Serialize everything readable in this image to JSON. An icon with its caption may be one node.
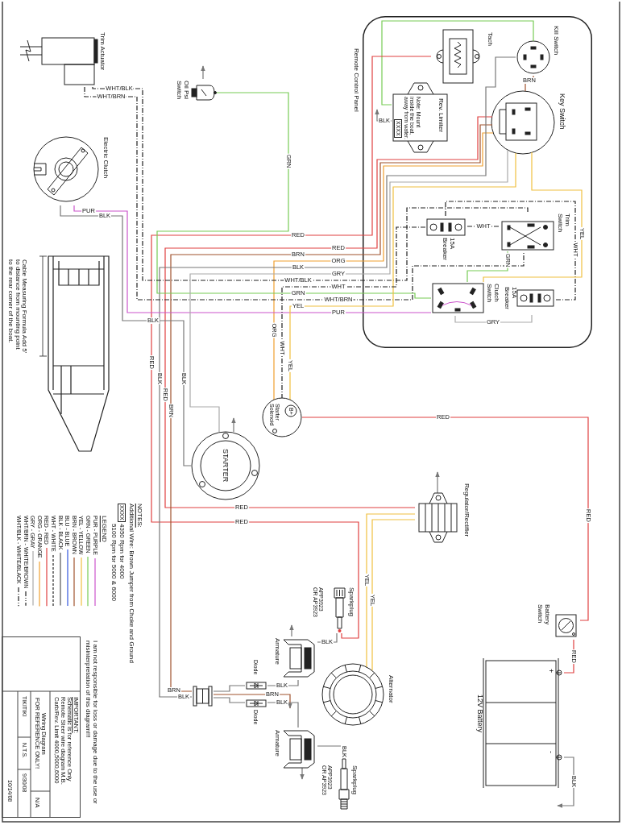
{
  "diagram": {
    "nodes": [
      {
        "text": [
          "Remote Control Panel"
        ]
      },
      {
        "text": [
          "Kill Switch"
        ],
        "in": 0
      },
      {
        "text": [
          "Tach"
        ],
        "in": 0
      },
      {
        "text": [
          "Rev. Limiter",
          "Note: Mount inside the boat, away from water.",
          "XXXX"
        ],
        "in": 0
      },
      {
        "text": [
          "Key Switch"
        ],
        "in": 0
      },
      {
        "text": [
          "15A Breaker"
        ],
        "in": 0
      },
      {
        "text": [
          "Trim Switch"
        ],
        "in": 0
      },
      {
        "text": [
          "15A Breaker"
        ],
        "in": 0
      },
      {
        "text": [
          "Clutch Switch"
        ],
        "in": 0
      },
      {
        "text": [
          "Trim Actuator"
        ]
      },
      {
        "text": [
          "Oil Psi Switch"
        ]
      },
      {
        "text": [
          "Electric Clutch"
        ]
      },
      {
        "text": [
          "Starter Solenoid",
          "B+"
        ]
      },
      {
        "text": [
          "STARTER"
        ]
      },
      {
        "text": [
          "Regulator/Rectifier"
        ]
      },
      {
        "text": [
          "Sparkplug",
          "APP3923 OR AP3923"
        ]
      },
      {
        "text": [
          "Armature"
        ]
      },
      {
        "text": [
          "Diode"
        ]
      },
      {
        "text": [],
        "shape": "box"
      },
      {
        "text": [
          "Diode"
        ]
      },
      {
        "text": [
          "Armature"
        ]
      },
      {
        "text": [
          "Sparkplug",
          "APP3923 OR AP3923"
        ]
      },
      {
        "text": [
          "Alternator"
        ]
      },
      {
        "text": [
          "Battery Switch"
        ]
      },
      {
        "text": [
          "12V Battery",
          "+",
          "-"
        ]
      }
    ],
    "edges": [
      {
        "from": 3,
        "to": 1,
        "arrow": "none",
        "color": "#77cc55"
      },
      {
        "from": 1,
        "to": 4,
        "arrow": "none",
        "label": "BRN",
        "color": "#a0522d"
      },
      {
        "from": 3,
        "to": null,
        "arrow": "to",
        "label": "BLK",
        "color": "#777777"
      },
      {
        "from": 2,
        "to": 15,
        "arrow": "none",
        "label": "RED",
        "color": "#e04040"
      },
      {
        "from": 4,
        "to": 14,
        "arrow": "none",
        "label": "RED",
        "color": "#e04040"
      },
      {
        "from": 4,
        "to": 18,
        "arrow": "none",
        "label": "BRN",
        "color": "#a0522d"
      },
      {
        "from": 4,
        "to": 12,
        "arrow": "none",
        "label": "ORG",
        "color": "#f0a030"
      },
      {
        "from": 1,
        "to": 18,
        "arrow": "none",
        "label": "BLK",
        "color": "#777777"
      },
      {
        "from": 10,
        "to": 8,
        "arrow": "none",
        "label": "GRN",
        "color": "#77cc55"
      },
      {
        "from": 8,
        "to": 6,
        "arrow": "none",
        "label": "GRN",
        "color": "#77cc55"
      },
      {
        "from": 9,
        "to": 6,
        "arrow": "none",
        "label": "WHT/BLK",
        "style": "dashed",
        "color": "#222222"
      },
      {
        "from": 9,
        "to": 6,
        "arrow": "none",
        "label": "WHT/BRN",
        "style": "dashed",
        "color": "#222222"
      },
      {
        "from": 11,
        "to": 8,
        "arrow": "none",
        "label": "PUR",
        "color": "#cc55cc"
      },
      {
        "from": 11,
        "to": 13,
        "arrow": "none",
        "label": "BLK",
        "color": "#777777"
      },
      {
        "from": 10,
        "to": null,
        "arrow": "to",
        "color": "#777777"
      },
      {
        "from": 5,
        "to": 6,
        "arrow": "none",
        "label": "WHT",
        "style": "dashed",
        "color": "#222222"
      },
      {
        "from": 7,
        "to": 8,
        "arrow": "none",
        "label": "GRY",
        "color": "#aaaaaa"
      },
      {
        "from": 7,
        "to": 5,
        "arrow": "none",
        "label": "WHT",
        "style": "dashed",
        "color": "#222222"
      },
      {
        "from": 4,
        "to": 8,
        "arrow": "none",
        "label": "YEL",
        "color": "#f0c040"
      },
      {
        "from": 12,
        "to": 23,
        "arrow": "none",
        "label": "RED",
        "color": "#e04040"
      },
      {
        "from": 23,
        "to": 24,
        "arrow": "none",
        "label": "RED",
        "color": "#e04040"
      },
      {
        "from": 24,
        "to": null,
        "arrow": "to",
        "label": "BLK",
        "color": "#777777"
      },
      {
        "from": 14,
        "to": 22,
        "arrow": "none",
        "label": "YEL",
        "color": "#f0c040"
      },
      {
        "from": 14,
        "to": 22,
        "arrow": "none",
        "label": "YEL",
        "color": "#f0c040"
      },
      {
        "from": 14,
        "to": null,
        "arrow": "to",
        "color": "#777777"
      },
      {
        "from": 15,
        "to": 16,
        "arrow": "none",
        "label": "BLK",
        "color": "#777777"
      },
      {
        "from": 16,
        "to": 17,
        "arrow": "none",
        "label": "BLK",
        "color": "#777777"
      },
      {
        "from": 17,
        "to": 18,
        "arrow": "none",
        "color": "#777777"
      },
      {
        "from": 18,
        "to": null,
        "arrow": "to",
        "label": "BRN",
        "color": "#a0522d"
      },
      {
        "from": 19,
        "to": 18,
        "arrow": "none",
        "color": "#777777"
      },
      {
        "from": 20,
        "to": 19,
        "arrow": "none",
        "label": "BLK",
        "color": "#777777"
      },
      {
        "from": 21,
        "to": 20,
        "arrow": "none",
        "label": "BLK",
        "color": "#777777"
      },
      {
        "from": 16,
        "to": null,
        "arrow": "to",
        "color": "#777777"
      },
      {
        "from": 20,
        "to": null,
        "arrow": "to",
        "color": "#777777"
      },
      {
        "from": 13,
        "to": null,
        "arrow": "to",
        "color": "#777777"
      },
      {
        "from": 4,
        "to": 13,
        "arrow": "none",
        "label": "GRY",
        "color": "#aaaaaa"
      },
      {
        "from": 4,
        "to": 12,
        "arrow": "none",
        "label": "YEL",
        "color": "#f0c040"
      },
      {
        "from": 5,
        "to": 12,
        "arrow": "none",
        "label": "WHT",
        "style": "dashed",
        "color": "#222222"
      }
    ],
    "labels": [
      "RED",
      "RED",
      "RED",
      "RED",
      "BLK",
      "RED",
      "BRN",
      "BLK",
      "ORG",
      "WHT",
      "YEL",
      "BRN",
      "BLK",
      "PUR",
      "BLK",
      "WHT/BLK",
      "WHT/BRN",
      "GRN",
      "Cable Measuring Formula Add 5' to distance from mounting point to the rear corner of the boat.",
      "NOTES:",
      "Additional Wire: Brown Jumper from Choke and Ground",
      "XXXX",
      "4350 Rpm for 4000",
      "5100 Rpm for 5000 & 6000",
      "LEGEND",
      "I am not responsible for loss or damage due to the use or misinterpretation of this diagram!!!",
      "IMPORTANT:",
      "Schematic is for reference Only",
      "Remote Steer wire diagram M.B.",
      "Carb/Rev. Limit 4000,5000,6000",
      "Wiring Diagram",
      "FOR REFERENCE ONLY!",
      "TIKITIKI",
      "N.T.S.",
      "9/30/08",
      "N/A",
      "10/14/08"
    ],
    "legend": [
      {
        "text": "PUR - PURPLE"
      },
      {
        "text": "GRN - GREEN"
      },
      {
        "text": "YEL - YELLOW"
      },
      {
        "text": "BRN - BROWN"
      },
      {
        "text": "BLU - BLUE"
      },
      {
        "text": "BLK - BLACK"
      },
      {
        "text": "WHT - WHITE"
      },
      {
        "text": "RED - RED"
      },
      {
        "text": "ORG - ORANGE"
      },
      {
        "text": "GRY - GRAY"
      },
      {
        "text": "WHT/BRN - WHITE/BROWN"
      },
      {
        "text": "WHT/BLK - WHITE/BLACK"
      }
    ]
  }
}
